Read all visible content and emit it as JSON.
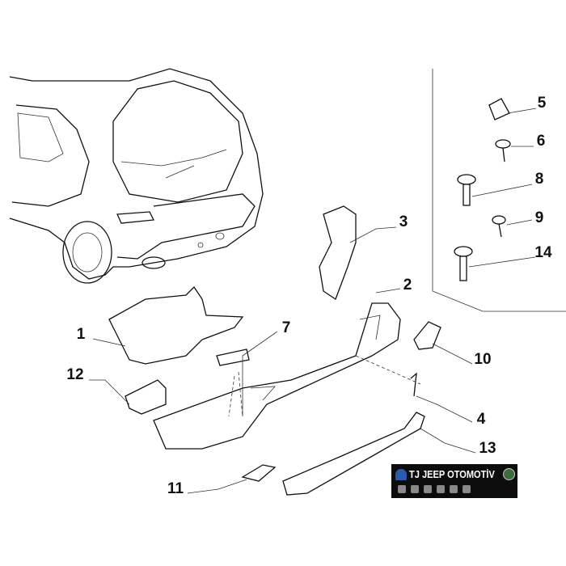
{
  "diagram": {
    "callouts": [
      {
        "id": "5",
        "label": "5"
      },
      {
        "id": "6",
        "label": "6"
      },
      {
        "id": "8",
        "label": "8"
      },
      {
        "id": "9",
        "label": "9"
      },
      {
        "id": "14",
        "label": "14"
      },
      {
        "id": "3",
        "label": "3"
      },
      {
        "id": "2",
        "label": "2"
      },
      {
        "id": "7",
        "label": "7"
      },
      {
        "id": "1",
        "label": "1"
      },
      {
        "id": "10",
        "label": "10"
      },
      {
        "id": "12",
        "label": "12"
      },
      {
        "id": "4",
        "label": "4"
      },
      {
        "id": "13",
        "label": "13"
      },
      {
        "id": "11",
        "label": "11"
      }
    ]
  },
  "watermark": {
    "text": "JEEP OTOMOTİV",
    "mark": "TJ"
  }
}
